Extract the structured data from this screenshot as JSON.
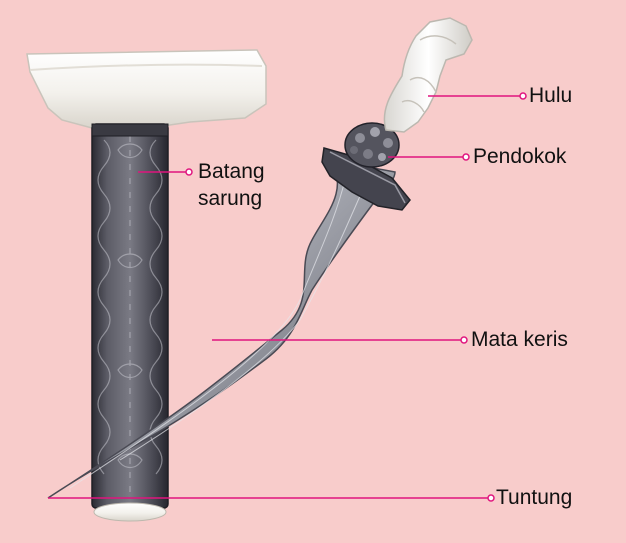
{
  "background_color": "#f8cccb",
  "line_color": "#e0157e",
  "labels": {
    "hulu": "Hulu",
    "pendokok": "Pendokok",
    "batang_sarung_line1": "Batang",
    "batang_sarung_line2": "sarung",
    "mata_keris": "Mata keris",
    "tuntung": "Tuntung"
  }
}
